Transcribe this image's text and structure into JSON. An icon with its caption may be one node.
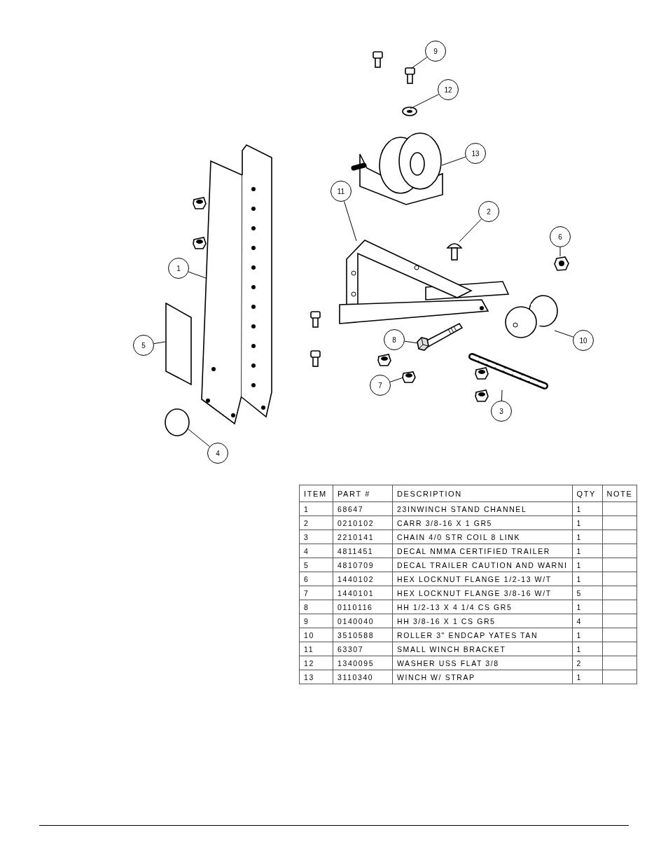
{
  "diagram": {
    "nodes": [
      {
        "text": [
          "9"
        ]
      },
      {
        "text": [
          "12"
        ]
      },
      {
        "text": [
          "13"
        ]
      },
      {
        "text": [
          "11"
        ]
      },
      {
        "text": [
          "2"
        ]
      },
      {
        "text": [
          "6"
        ]
      },
      {
        "text": [
          "1"
        ]
      },
      {
        "text": [
          "10"
        ]
      },
      {
        "text": [
          "5"
        ]
      },
      {
        "text": [
          "8"
        ]
      },
      {
        "text": [
          "7"
        ]
      },
      {
        "text": [
          "3"
        ]
      },
      {
        "text": [
          "4"
        ]
      },
      {
        "text": [],
        "shape": "picture"
      },
      {
        "text": [],
        "shape": "picture"
      },
      {
        "text": [],
        "shape": "picture"
      },
      {
        "text": [],
        "shape": "picture"
      },
      {
        "text": [],
        "shape": "picture"
      },
      {
        "text": [],
        "shape": "picture"
      },
      {
        "text": [],
        "shape": "picture"
      },
      {
        "text": [],
        "shape": "picture"
      },
      {
        "text": [],
        "shape": "box"
      },
      {
        "text": [],
        "shape": "picture"
      },
      {
        "text": [],
        "shape": "picture"
      },
      {
        "text": [],
        "shape": "picture"
      },
      {
        "text": [],
        "shape": "circle"
      }
    ],
    "edges": [
      {
        "from": 0,
        "to": 13,
        "arrow": "none"
      },
      {
        "from": 1,
        "to": 14,
        "arrow": "none"
      },
      {
        "from": 2,
        "to": 15,
        "arrow": "none"
      },
      {
        "from": 3,
        "to": 16,
        "arrow": "none"
      },
      {
        "from": 4,
        "to": 17,
        "arrow": "none"
      },
      {
        "from": 5,
        "to": 18,
        "arrow": "none"
      },
      {
        "from": 6,
        "to": 19,
        "arrow": "none"
      },
      {
        "from": 7,
        "to": 20,
        "arrow": "none"
      },
      {
        "from": 8,
        "to": 21,
        "arrow": "none"
      },
      {
        "from": 9,
        "to": 22,
        "arrow": "none"
      },
      {
        "from": 10,
        "to": 23,
        "arrow": "none"
      },
      {
        "from": 11,
        "to": 24,
        "arrow": "none"
      },
      {
        "from": 12,
        "to": 25,
        "arrow": "none"
      }
    ],
    "labels": [
      "ITEM",
      "PART #",
      "DESCRIPTION",
      "QTY",
      "NOTE",
      "1",
      "68647",
      "23INWINCH STAND CHANNEL",
      "1",
      "2",
      "0210102",
      "CARR 3/8-16 X 1 GR5",
      "1",
      "3",
      "2210141",
      "CHAIN 4/0 STR COIL 8 LINK",
      "1",
      "4",
      "4811451",
      "DECAL NMMA CERTIFIED TRAILER",
      "1",
      "5",
      "4810709",
      "DECAL TRAILER CAUTION AND WARNI",
      "1",
      "6",
      "1440102",
      "HEX LOCKNUT FLANGE 1/2-13 W/T",
      "1",
      "7",
      "1440101",
      "HEX LOCKNUT FLANGE 3/8-16 W/T",
      "5",
      "8",
      "0110116",
      "HH 1/2-13 X 4 1/4 CS GR5",
      "1",
      "9",
      "0140040",
      "HH 3/8-16 X 1 CS GR5",
      "4",
      "10",
      "3510588",
      "ROLLER 3\" ENDCAP YATES TAN",
      "1",
      "11",
      "63307",
      "SMALL WINCH BRACKET",
      "1",
      "12",
      "1340095",
      "WASHER USS FLAT 3/8",
      "2",
      "13",
      "3110340",
      "WINCH W/ STRAP",
      "1"
    ]
  }
}
